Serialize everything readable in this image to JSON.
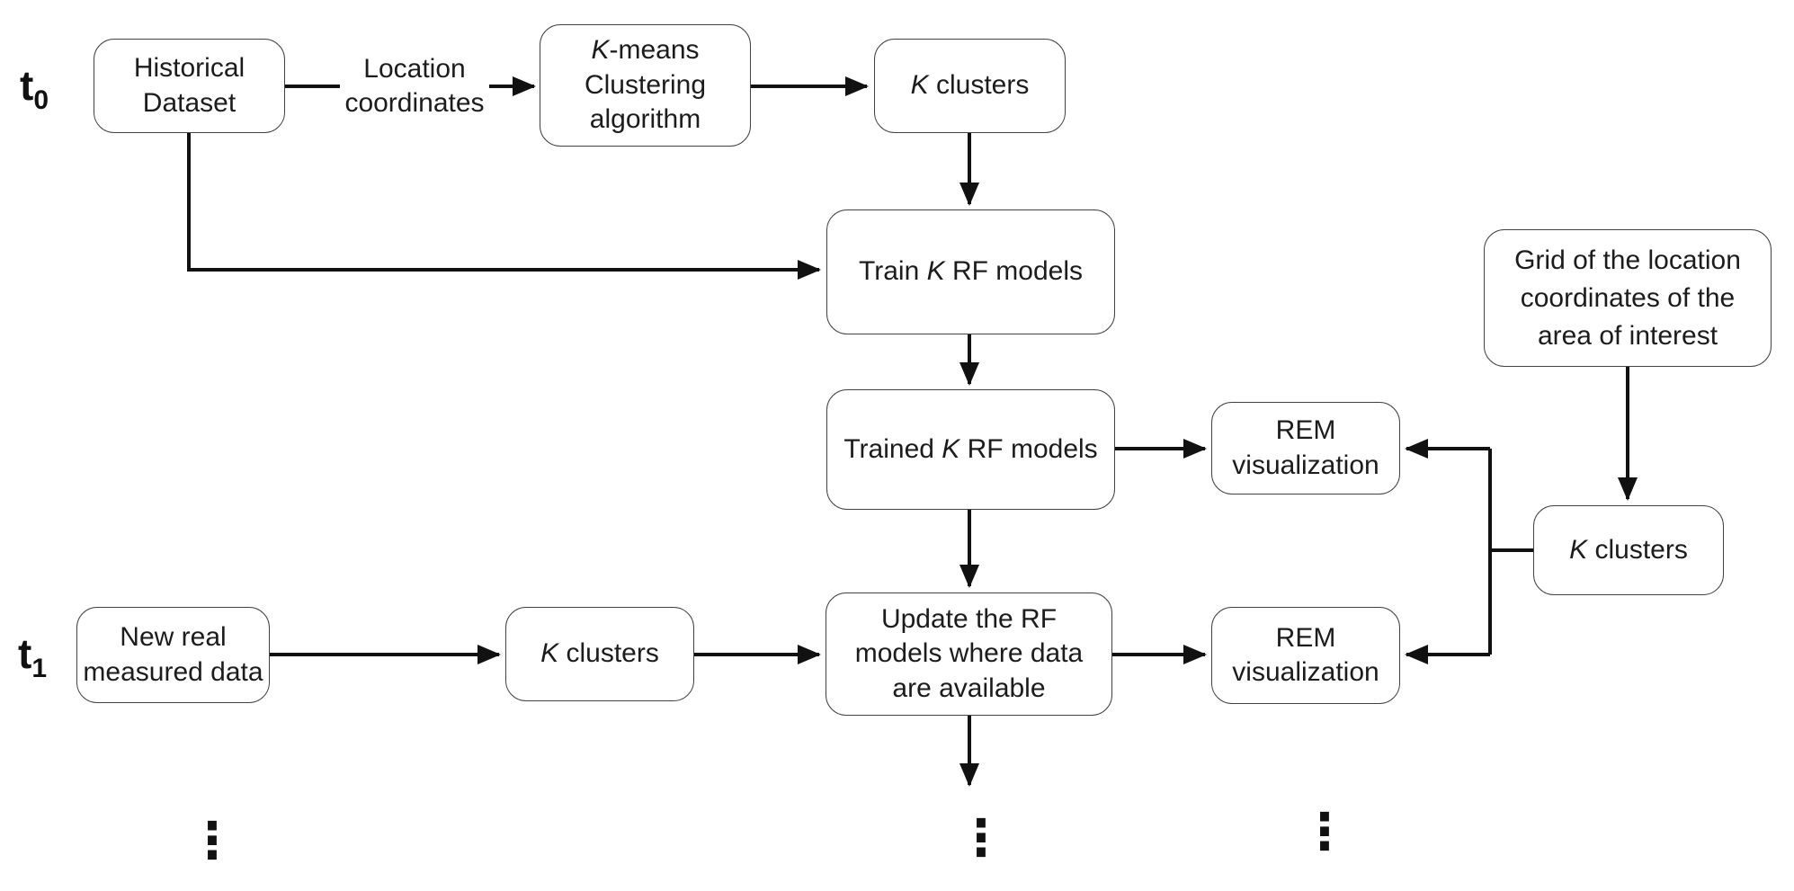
{
  "timeline": {
    "t0": {
      "base": "t",
      "sub": "0"
    },
    "t1": {
      "base": "t",
      "sub": "1"
    }
  },
  "nodes": {
    "historical_dataset": "Historical\nDataset",
    "kmeans": {
      "italic_k": "K",
      "rest": "-means\nClustering\nalgorithm"
    },
    "k_clusters_top": {
      "italic_k": "K",
      "rest": " clusters"
    },
    "train": {
      "pre": "Train ",
      "italic_k": "K",
      "post": " RF models"
    },
    "trained": {
      "pre": "Trained ",
      "italic_k": "K",
      "post": " RF models"
    },
    "update": "Update the RF\nmodels where data\nare available",
    "rem_top": "REM\nvisualization",
    "rem_bottom": "REM\nvisualization",
    "grid": "Grid of the location\ncoordinates of the\narea of interest",
    "k_clusters_right": {
      "italic_k": "K",
      "rest": " clusters"
    },
    "new_real": "New real\nmeasured data",
    "k_clusters_bottom": {
      "italic_k": "K",
      "rest": " clusters"
    }
  },
  "edge_labels": {
    "location_coordinates": "Location\ncoordinates"
  },
  "ellipsis": {
    "glyph": "⋮"
  },
  "colors": {
    "line": "#111111",
    "box_border": "#414141",
    "text": "#1c1c1c",
    "background": "#ffffff"
  }
}
